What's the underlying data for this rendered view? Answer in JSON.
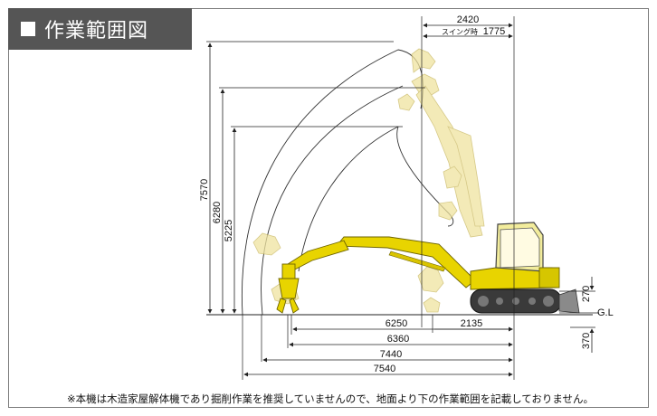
{
  "title": "作業範囲図",
  "top_dims": {
    "overall": "2420",
    "swing_label": "スイング時",
    "swing": "1775"
  },
  "vertical_dims": [
    "7570",
    "6280",
    "5225"
  ],
  "right_dims": {
    "upper": "270",
    "gl": "G.L",
    "lower": "370"
  },
  "horizontal_dims": [
    "6250",
    "2135",
    "6360",
    "7440",
    "7540"
  ],
  "footnote": "※本機は木造家屋解体機であり掘削作業を推奨していませんので、地面より下の作業範囲を記載しておりません。",
  "colors": {
    "machine": "#e8d400",
    "machine_shadow": "#b8a400",
    "ghost": "#efe3a0",
    "title_bg": "#555555"
  }
}
